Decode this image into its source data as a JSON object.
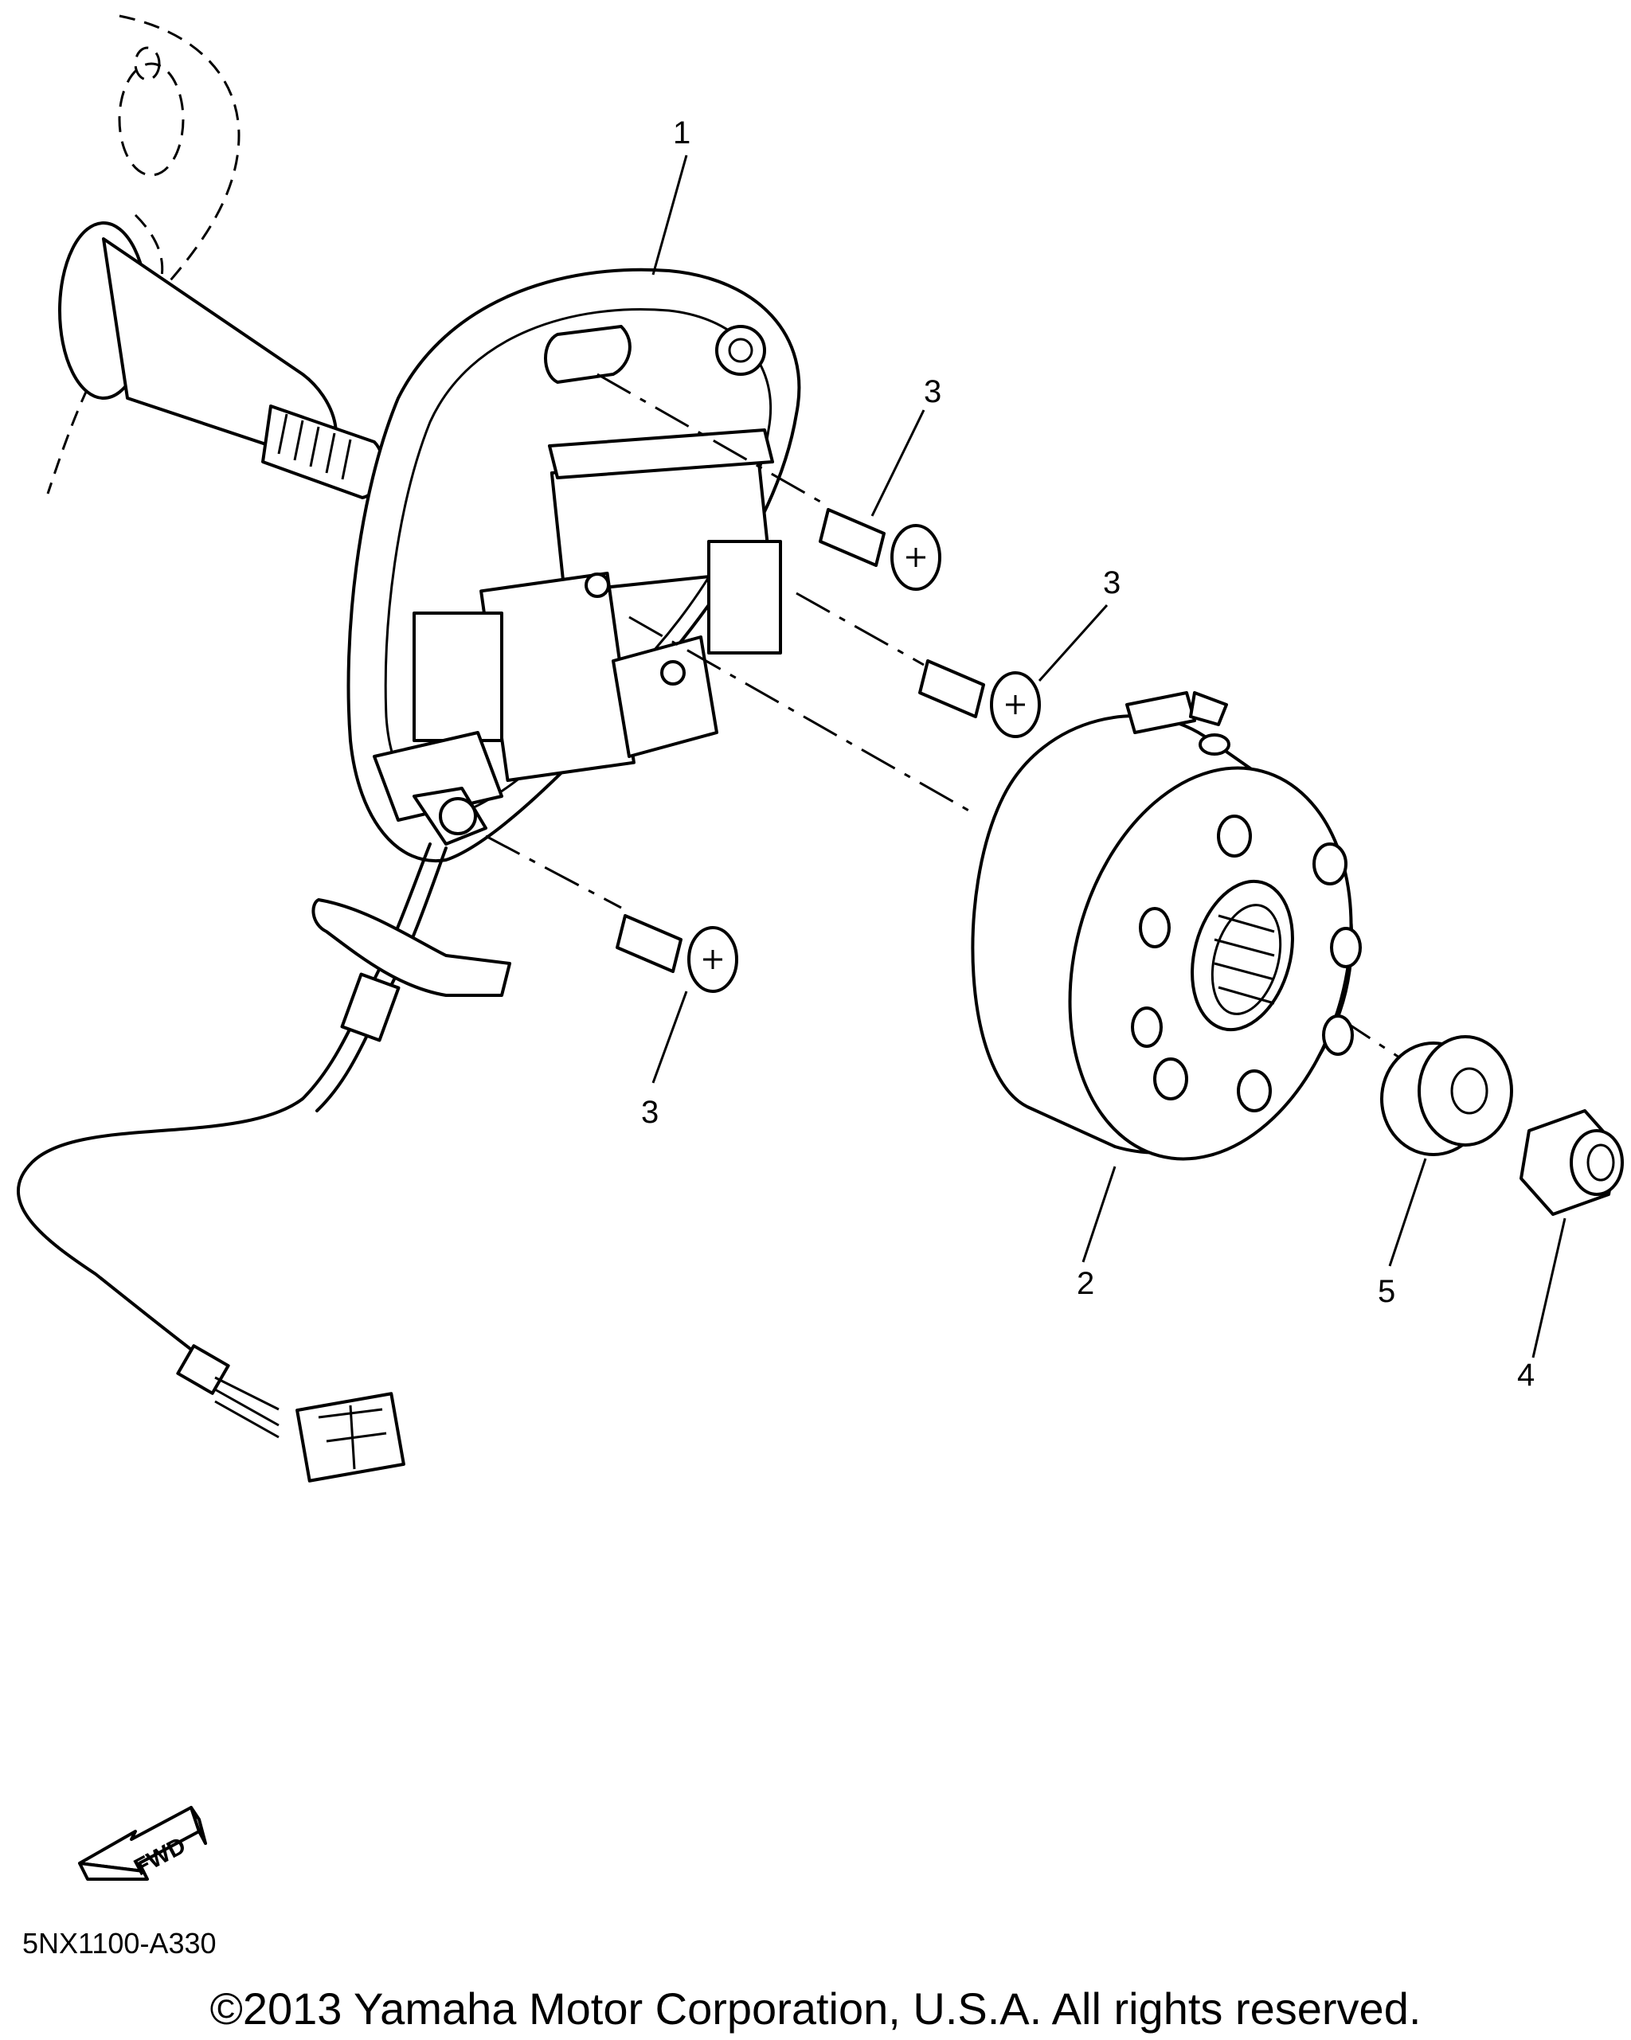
{
  "callouts": [
    {
      "id": "1",
      "label": "1"
    },
    {
      "id": "2",
      "label": "2"
    },
    {
      "id": "3a",
      "label": "3"
    },
    {
      "id": "3b",
      "label": "3"
    },
    {
      "id": "3c",
      "label": "3"
    },
    {
      "id": "4",
      "label": "4"
    },
    {
      "id": "5",
      "label": "5"
    }
  ],
  "fwd_label": "FWD",
  "part_code": "5NX1100-A330",
  "copyright": "©2013 Yamaha Motor Corporation, U.S.A. All rights reserved."
}
